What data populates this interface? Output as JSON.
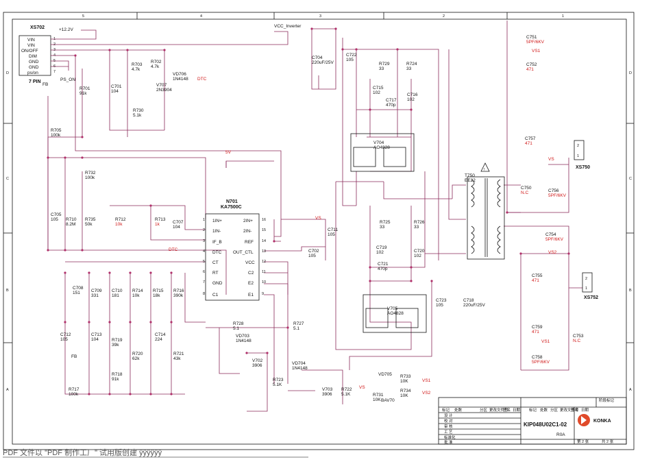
{
  "border_cols": [
    "5",
    "4",
    "3",
    "2",
    "1"
  ],
  "border_rows": [
    "D",
    "C",
    "B",
    "A"
  ],
  "connectors": {
    "xs702": {
      "name": "XS702",
      "pins_label": "7 PIN",
      "pins": [
        "VIN",
        "VIN",
        "ON/OFF",
        "DIM",
        "GND",
        "GND",
        "ps/on"
      ],
      "nums": [
        "1",
        "2",
        "3",
        "4",
        "5",
        "6",
        "7"
      ]
    },
    "xs750": {
      "name": "XS750",
      "pins": [
        "2",
        "1"
      ]
    },
    "xs752": {
      "name": "XS752",
      "pins": [
        "2",
        "1"
      ]
    }
  },
  "nets": {
    "v12": "+12.2V",
    "vcc_inv": "VCC_Inverter",
    "fb1": "FB",
    "fb2": "FB",
    "ps_on": "PS_ON",
    "dtc1": "DTC",
    "dtc2": "DTC",
    "v5": "5V",
    "vs1": "VS",
    "vs2": "VS",
    "vs_r": "VS",
    "vs1a": "VS1",
    "vs2a": "VS2",
    "vs1b": "VS1",
    "vs2b": "VS2",
    "vs1c": "VS1",
    "vs2c": "VS2"
  },
  "ic": {
    "ref": "N701",
    "part": "KA7500C",
    "left_pins": [
      "1IN+",
      "1IN-",
      "IF_B",
      "DTC",
      "CT",
      "RT",
      "GND",
      "C1"
    ],
    "left_nums": [
      "1",
      "2",
      "3",
      "4",
      "5",
      "6",
      "7",
      "8"
    ],
    "right_pins": [
      "2IN+",
      "2IN-",
      "REF",
      "OUT_CTL",
      "VCC",
      "C2",
      "E2",
      "E1"
    ],
    "right_nums": [
      "16",
      "15",
      "14",
      "13",
      "12",
      "11",
      "10",
      "9"
    ]
  },
  "components": [
    {
      "ref": "R703",
      "value": "4.7k"
    },
    {
      "ref": "R702",
      "value": "4.7k"
    },
    {
      "ref": "VD706",
      "value": "1N4148"
    },
    {
      "ref": "V707",
      "value": "2N3904"
    },
    {
      "ref": "R701",
      "value": "91k"
    },
    {
      "ref": "C701",
      "value": "104"
    },
    {
      "ref": "R730",
      "value": "5.1k"
    },
    {
      "ref": "R705",
      "value": "100k"
    },
    {
      "ref": "C704",
      "value": "220uF/25V"
    },
    {
      "ref": "C722",
      "value": "105"
    },
    {
      "ref": "R729",
      "value": "33"
    },
    {
      "ref": "R724",
      "value": "33"
    },
    {
      "ref": "C715",
      "value": "102"
    },
    {
      "ref": "C716",
      "value": "102"
    },
    {
      "ref": "C717",
      "value": "470p"
    },
    {
      "ref": "V704",
      "value": "AO4828"
    },
    {
      "ref": "R732",
      "value": "100k"
    },
    {
      "ref": "C705",
      "value": "105"
    },
    {
      "ref": "R710",
      "value": "8.2M"
    },
    {
      "ref": "R735",
      "value": "50k"
    },
    {
      "ref": "R712",
      "value": "10k"
    },
    {
      "ref": "R713",
      "value": "1k"
    },
    {
      "ref": "C707",
      "value": "104"
    },
    {
      "ref": "C711",
      "value": "105"
    },
    {
      "ref": "C702",
      "value": "105"
    },
    {
      "ref": "R725",
      "value": "33"
    },
    {
      "ref": "R726",
      "value": "33"
    },
    {
      "ref": "C719",
      "value": "102"
    },
    {
      "ref": "C720",
      "value": "102"
    },
    {
      "ref": "C721",
      "value": "470p"
    },
    {
      "ref": "C723",
      "value": "105"
    },
    {
      "ref": "C718",
      "value": "220uF/25V"
    },
    {
      "ref": "V705",
      "value": "AO4828"
    },
    {
      "ref": "C708",
      "value": "151"
    },
    {
      "ref": "C709",
      "value": "331"
    },
    {
      "ref": "C710",
      "value": "181"
    },
    {
      "ref": "R714",
      "value": "10k"
    },
    {
      "ref": "R715",
      "value": "18k"
    },
    {
      "ref": "R716",
      "value": "390k"
    },
    {
      "ref": "C712",
      "value": "105"
    },
    {
      "ref": "C713",
      "value": "104"
    },
    {
      "ref": "R719",
      "value": "39k"
    },
    {
      "ref": "R720",
      "value": "62k"
    },
    {
      "ref": "C714",
      "value": "224"
    },
    {
      "ref": "R721",
      "value": "43k"
    },
    {
      "ref": "R718",
      "value": "91k"
    },
    {
      "ref": "R717",
      "value": "100k"
    },
    {
      "ref": "R728",
      "value": "5.1"
    },
    {
      "ref": "VD703",
      "value": "1N4148"
    },
    {
      "ref": "V702",
      "value": "3906"
    },
    {
      "ref": "R723",
      "value": "5.1K"
    },
    {
      "ref": "R727",
      "value": "5.1"
    },
    {
      "ref": "VD704",
      "value": "1N4148"
    },
    {
      "ref": "V703",
      "value": "3906"
    },
    {
      "ref": "R722",
      "value": "5.1K"
    },
    {
      "ref": "VD705",
      "value": ""
    },
    {
      "ref": "R733",
      "value": "10K"
    },
    {
      "ref": "R734",
      "value": "10K"
    },
    {
      "ref": "R731",
      "value": "10K"
    },
    {
      "ref": "BAV70",
      "value": ""
    },
    {
      "ref": "T750",
      "value": "EE22"
    },
    {
      "ref": "C751",
      "value": "5PF/6KV"
    },
    {
      "ref": "C752",
      "value": "471"
    },
    {
      "ref": "C757",
      "value": "471"
    },
    {
      "ref": "C750",
      "value": "N.C"
    },
    {
      "ref": "C756",
      "value": "5PF/6KV"
    },
    {
      "ref": "C754",
      "value": "5PF/6KV"
    },
    {
      "ref": "C755",
      "value": "471"
    },
    {
      "ref": "C759",
      "value": "471"
    },
    {
      "ref": "C753",
      "value": "N.C"
    },
    {
      "ref": "C758",
      "value": "5PF/6KV"
    }
  ],
  "title_block": {
    "doc_no": "KIP048U02C1-02",
    "rev": "R0A",
    "brand": "KONKA",
    "sheet": "第 2 张",
    "total": "共 2 张",
    "stage_label": "阶段标记",
    "rows": [
      "标记",
      "处数",
      "分区",
      "更改文件号",
      "签名",
      "日期"
    ],
    "left_labels": [
      "设 计",
      "校 对",
      "审 核",
      "工 艺",
      "标准化",
      "批 准"
    ]
  },
  "footer": "PDF 文件以 \"PDF 制作工厂\" 试用版创建   ÿÿÿÿÿÿ"
}
